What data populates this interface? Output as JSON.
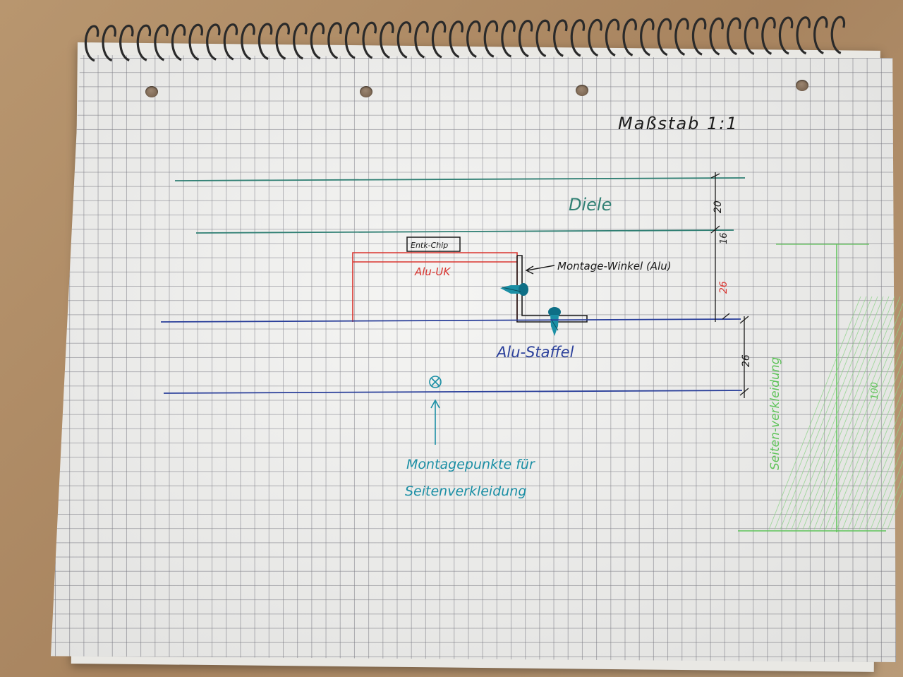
{
  "scale_note": "Maßstab 1:1",
  "labels": {
    "diele": "Diele",
    "entk_chip": "Entk-Chip",
    "alu_uk": "Alu-UK",
    "montage_winkel": "Montage-Winkel (Alu)",
    "alu_staffel": "Alu-Staffel",
    "montagepunkte_line1": "Montagepunkte für",
    "montagepunkte_line2": "Seitenverkleidung",
    "seitenverkleidung": "Seiten-verkleidung",
    "side_dim": "100"
  },
  "dimensions": {
    "diele": "20",
    "chip": "16",
    "alu_uk": "26",
    "staffel": "26"
  },
  "colors": {
    "teal_line": "#2f7f73",
    "red": "#d9342f",
    "blue": "#2a3f9a",
    "cyan": "#1b8fa5",
    "black": "#1b1b1b",
    "green": "#5fc35a"
  }
}
